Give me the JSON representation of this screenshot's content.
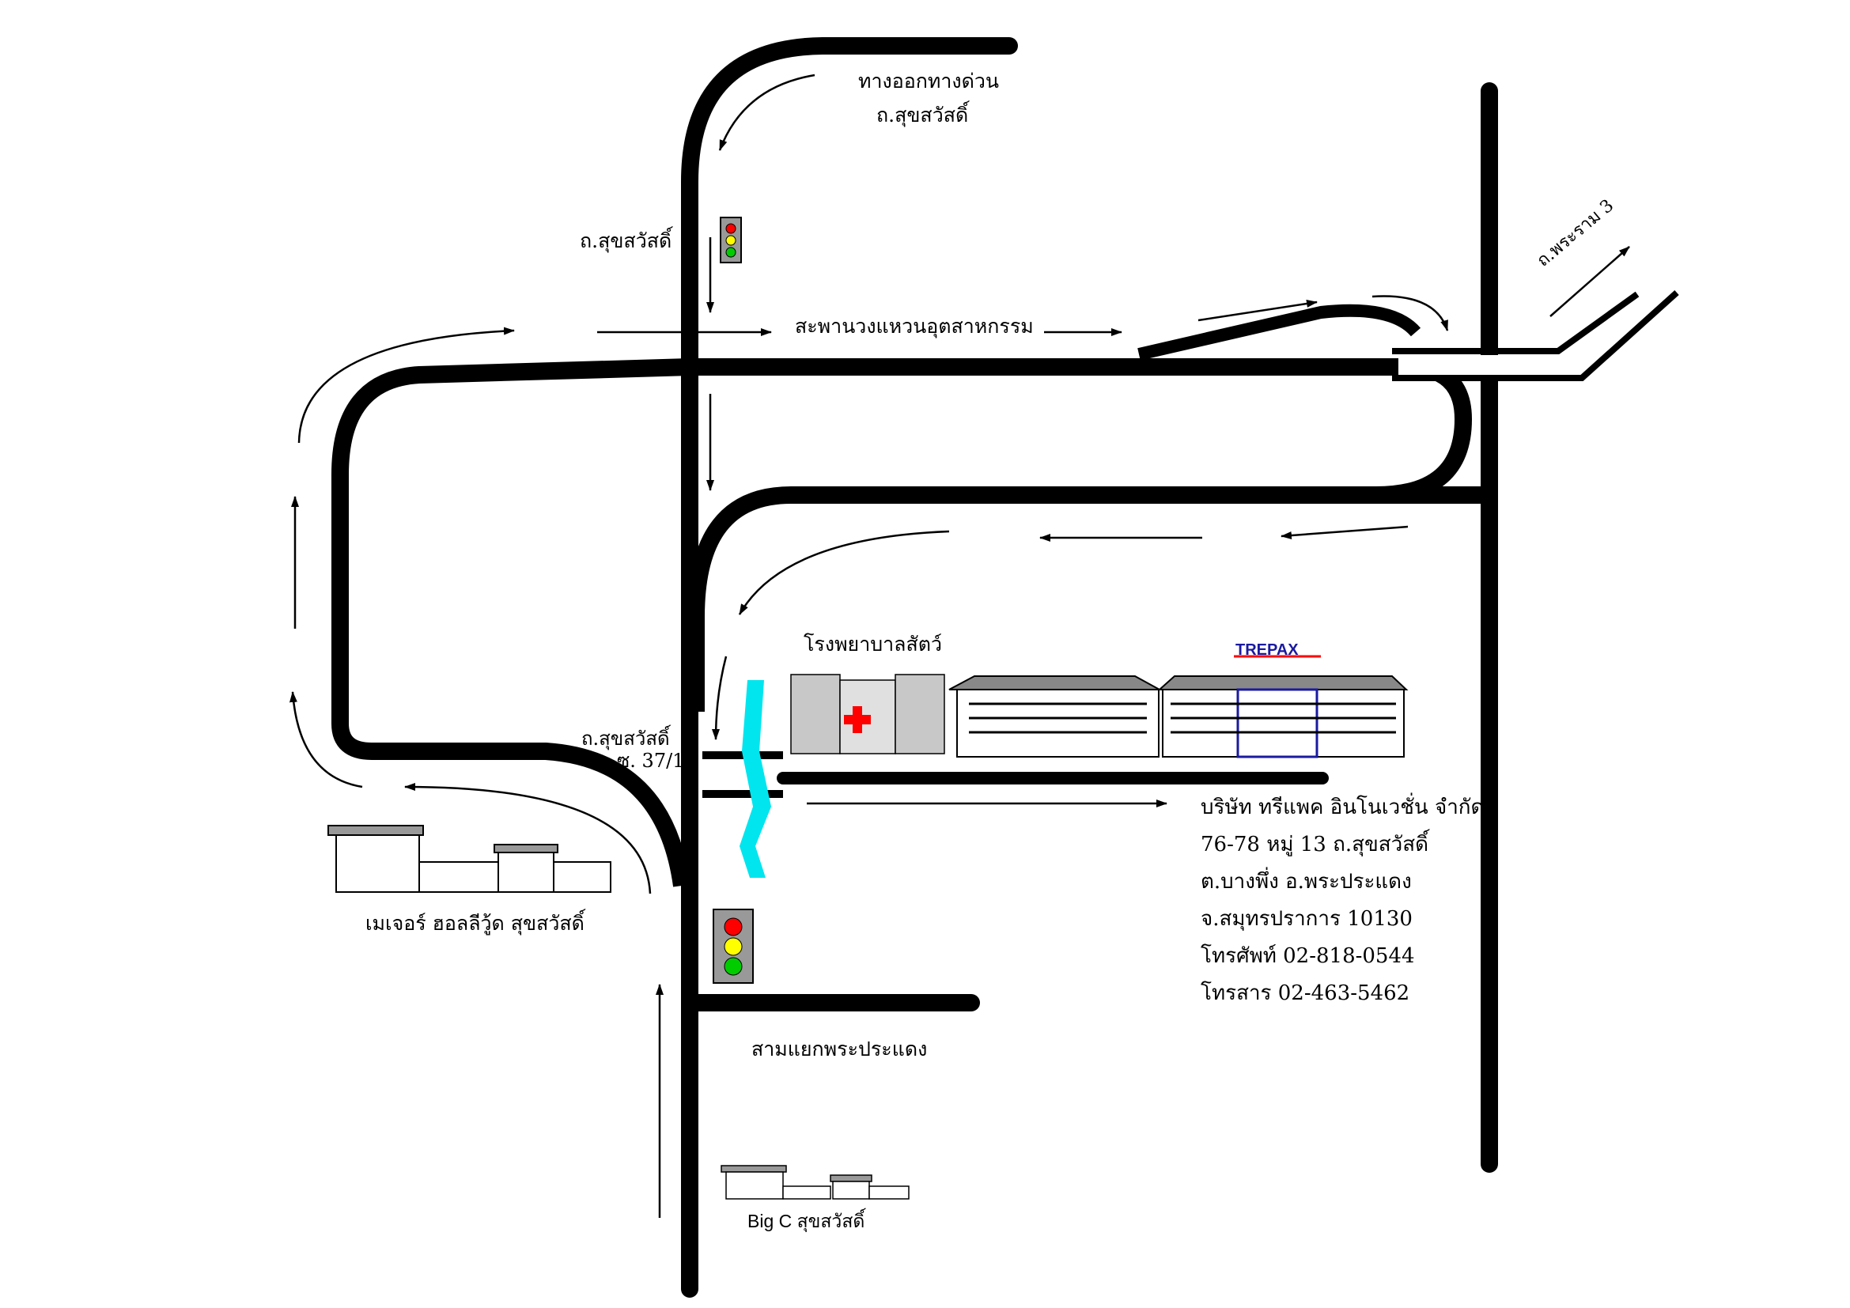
{
  "labels": {
    "expressway_exit_line1": "ทางออกทางด่วน",
    "expressway_exit_line2": "ถ.สุขสวัสดิ์",
    "road_suksawat_top": "ถ.สุขสวัสดิ์",
    "ring_bridge": "สะพานวงแหวนอุตสาหกรรม",
    "rama3_road": "ถ.พระราม 3",
    "animal_hospital": "โรงพยาบาลสัตว์",
    "soi_line1": "ถ.สุขสวัสดิ์",
    "soi_line2": "ซ. 37/1",
    "major_hollywood": "เมเจอร์ ฮอลลีวู้ด สุขสวัสดิ์",
    "samyaek": "สามแยกพระประแดง",
    "big_c": "Big C สุขสวัสดิ์",
    "logo_text": "TREPAX"
  },
  "address": {
    "company": "บริษัท ทรีแพค อินโนเวชั่น จำกัด",
    "line1": "76-78 หมู่ 13 ถ.สุขสวัสดิ์",
    "line2": "ต.บางพึ่ง อ.พระประแดง",
    "line3": "จ.สมุทรปราการ 10130",
    "phone": "โทรศัพท์  02-818-0544",
    "fax": "โทรสาร  02-463-5462"
  },
  "colors": {
    "road": "#000000",
    "canal": "#00e5ee",
    "building": "#c8c8c8",
    "logo": "#1a1aa0",
    "cross": "#ff0000",
    "light_red": "#ff0000",
    "light_yellow": "#ffff00",
    "light_green": "#00cc00"
  },
  "icons": [
    "traffic-light-icon",
    "arrow-icon",
    "hospital-building-icon",
    "factory-building-icon",
    "cinema-building-icon",
    "mall-building-icon"
  ]
}
